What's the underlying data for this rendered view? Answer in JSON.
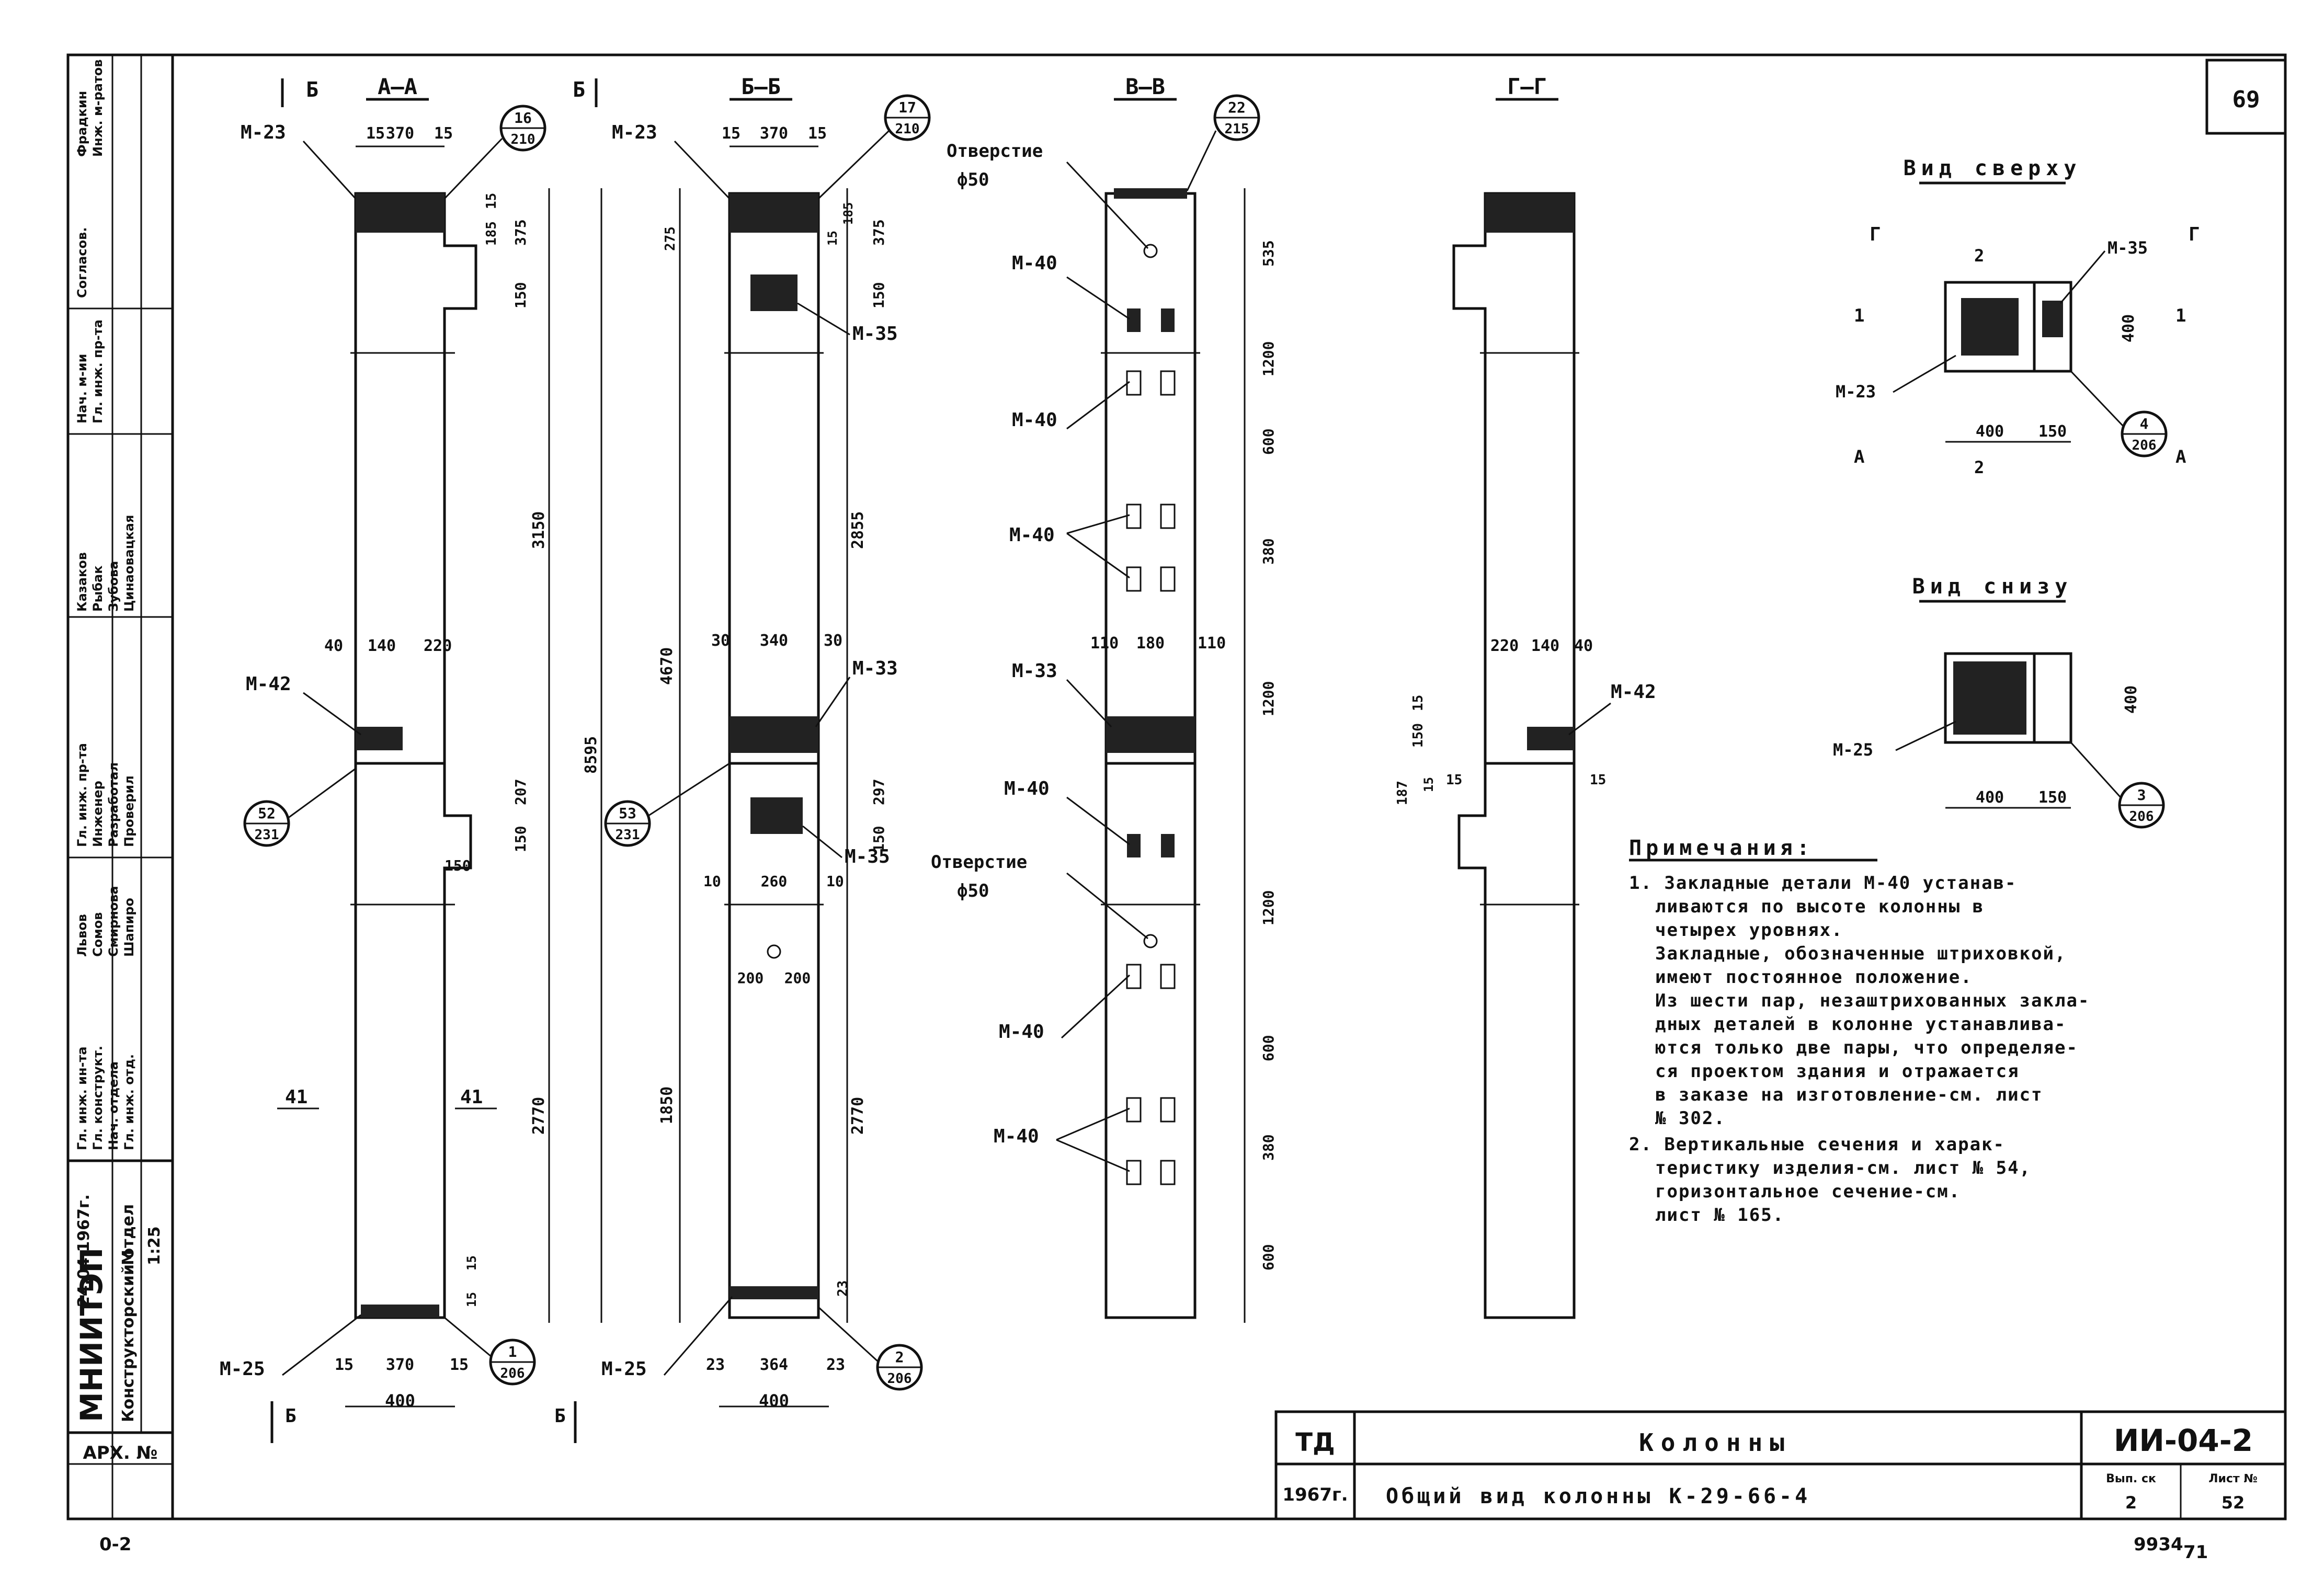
{
  "sheet": {
    "page_no": "69",
    "org": "МНИИТЭП",
    "dept": "Конструкторский отдел",
    "date": "24.04 1967г.",
    "scale_label": "М",
    "scale_value": "1:25",
    "archive": "АРХ. №",
    "roles": [
      "Гл. инж. ин-та",
      "Гл. конструкт.",
      "Нач. отдела",
      "Гл. инж. отд.",
      "Гл. инж. пр-та",
      "Инженер",
      "Разработал",
      "Проверил",
      "Нач. м-ии",
      "Гл. инж. пр-та"
    ],
    "names": [
      "Львов",
      "Сомов",
      "Смирнова",
      "Шапиро",
      "Казаков",
      "Рыбак",
      "Зубова",
      "Цинаовацкая",
      "Фрадкин",
      "Инж. м-ратов"
    ],
    "agreed": "Согласов.",
    "bottom_left_mark": "0-2",
    "bottom_right_mark": "9934",
    "bottom_right_mark2": "71"
  },
  "title_block": {
    "td": "ТД",
    "year": "1967г.",
    "series_title": "Колонны",
    "drawing_title": "Общий вид колонны К-29-66-4",
    "code": "ИИ-04-2",
    "issue_label": "Вып. ск",
    "issue": "2",
    "sheet_label": "Лист №",
    "sheet": "52"
  },
  "sections": {
    "aa": {
      "title": "А—А",
      "marker_left": "Б",
      "marker_right": "Б",
      "top_dims": [
        "15",
        "370",
        "15"
      ],
      "bubble_top": [
        "16",
        "210"
      ],
      "bubble_mid": [
        "52",
        "231"
      ],
      "bubble_bot": [
        "1",
        "206"
      ],
      "mid_dims": [
        "40",
        "140",
        "220"
      ],
      "bot_dims": [
        "15",
        "370",
        "15"
      ],
      "base_width": "400",
      "labels": [
        "М-23",
        "М-42",
        "М-25"
      ],
      "vert_dims": [
        "15",
        "185",
        "375",
        "150",
        "3150",
        "8595",
        "207",
        "150",
        "2770",
        "150",
        "15",
        "15"
      ],
      "side_marks": [
        "41",
        "41"
      ]
    },
    "bb": {
      "title": "Б—Б",
      "top_dims": [
        "15",
        "370",
        "15"
      ],
      "bubble_top": [
        "17",
        "210"
      ],
      "bubble_mid": [
        "53",
        "231"
      ],
      "bubble_bot": [
        "2",
        "206"
      ],
      "mid_dims": [
        "30",
        "340",
        "30"
      ],
      "low_dims": [
        "10",
        "260",
        "10"
      ],
      "split_dims": [
        "200",
        "200"
      ],
      "bot_dims": [
        "23",
        "364",
        "23"
      ],
      "base_width": "400",
      "labels": [
        "М-23",
        "М-35",
        "М-33",
        "М-35",
        "М-25"
      ],
      "vert_dims": [
        "275",
        "15",
        "185",
        "375",
        "150",
        "2855",
        "4670",
        "297",
        "150",
        "1850",
        "2770",
        "23"
      ]
    },
    "vv": {
      "title": "В—В",
      "bubble_top": [
        "22",
        "215"
      ],
      "hole_label": "Отверстие",
      "hole_dia": "ф50",
      "hole_label_2": "Отверстие",
      "hole_dia_2": "ф50",
      "mid_dims": [
        "110",
        "180",
        "110"
      ],
      "labels": [
        "М-40",
        "М-40",
        "М-40",
        "М-33",
        "М-40",
        "М-40",
        "М-40"
      ],
      "vert_dims": [
        "535",
        "1200",
        "600",
        "380",
        "1200",
        "1200",
        "600",
        "380",
        "600"
      ]
    },
    "gg": {
      "title": "Г—Г",
      "mid_dims": [
        "220",
        "140",
        "40"
      ],
      "labels": [
        "М-42"
      ],
      "vert_dims": [
        "150",
        "15",
        "187",
        "15",
        "15",
        "15"
      ]
    }
  },
  "top_view": {
    "title": "Вид сверху",
    "markers": [
      "Г",
      "Г",
      "1",
      "1",
      "А",
      "А",
      "2",
      "2"
    ],
    "labels": [
      "М-23",
      "М-35"
    ],
    "dims": [
      "400",
      "150",
      "400"
    ],
    "bubble": [
      "4",
      "206"
    ]
  },
  "bottom_view": {
    "title": "Вид снизу",
    "labels": [
      "М-25"
    ],
    "dims": [
      "400",
      "150",
      "400"
    ],
    "bubble": [
      "3",
      "206"
    ]
  },
  "notes": {
    "heading": "Примечания:",
    "lines": [
      "1. Закладные детали М-40 устанав-",
      "ливаются по высоте колонны в",
      "четырех уровнях.",
      "Закладные, обозначенные штриховкой,",
      "имеют постоянное положение.",
      "Из шести пар, незаштрихованных закла-",
      "дных деталей в колонне устанавлива-",
      "ются только две пары, что определяе-",
      "ся проектом здания и отражается",
      "в заказе на изготовление-см. лист",
      "№ 302.",
      "2. Вертикальные сечения и харак-",
      "теристику изделия-см. лист № 54,",
      "горизонтальное сечение-см.",
      "лист № 165."
    ]
  }
}
